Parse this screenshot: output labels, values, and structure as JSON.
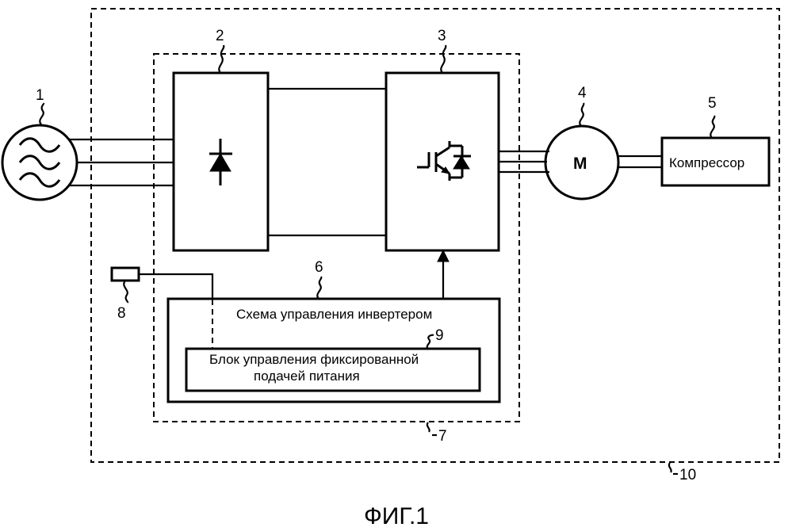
{
  "figure": {
    "caption": "ФИГ.1",
    "colors": {
      "line": "#000000",
      "background": "#ffffff"
    }
  },
  "labels": {
    "ac_source": "1",
    "rectifier": "2",
    "inverter": "3",
    "motor": "4",
    "compressor": "5",
    "inverter_control_circuit": "6",
    "drive_unit": "7",
    "sensor": "8",
    "fixed_power_control_block": "9",
    "outer_unit": "10"
  },
  "blocks": {
    "motor_symbol": "M",
    "compressor_text": "Компрессор",
    "inverter_control_text": "Схема управления инвертером",
    "fixed_power_control_line1": "Блок управления фиксированной",
    "fixed_power_control_line2": "подачей питания"
  },
  "icons": {
    "ac_source": "sine-wave-source-icon",
    "rectifier": "diode-icon",
    "inverter": "igbt-with-diode-icon"
  }
}
